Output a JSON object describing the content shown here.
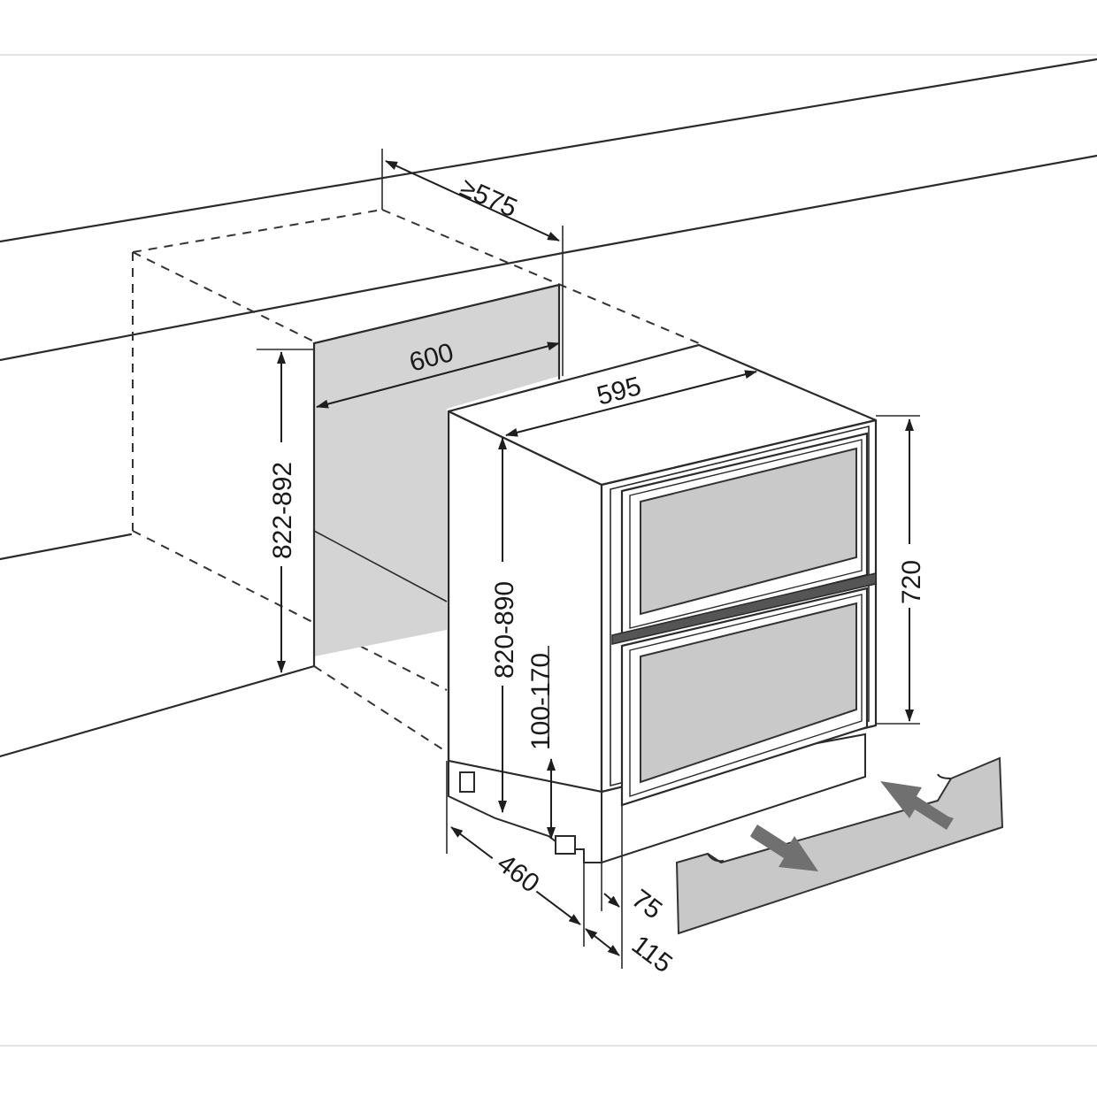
{
  "dimensions": {
    "cabinet_depth": "≥575",
    "niche_width": "600",
    "niche_height": "822-892",
    "appliance_width": "595",
    "total_height": "820-890",
    "plinth_height": "100-170",
    "door_height": "720",
    "appliance_depth": "460",
    "door_thickness": "75",
    "plinth_offset": "115"
  },
  "icons": {
    "plinth_arrow_out": "arrow-out-icon",
    "plinth_arrow_in": "arrow-in-icon"
  }
}
